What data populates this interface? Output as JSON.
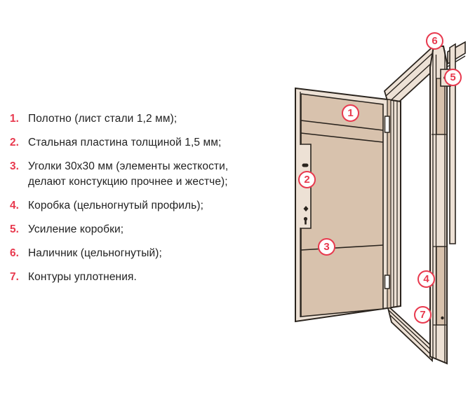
{
  "legend": {
    "items": [
      {
        "number": "1.",
        "text": "Полотно (лист стали 1,2 мм);"
      },
      {
        "number": "2.",
        "text": "Стальная пластина толщиной 1,5 мм;"
      },
      {
        "number": "3.",
        "text": "Уголки 30х30 мм (элементы жесткости,\nделают констукцию прочнее и жестче);"
      },
      {
        "number": "4.",
        "text": "Коробка (цельногнутый профиль);"
      },
      {
        "number": "5.",
        "text": "Усиление коробки;"
      },
      {
        "number": "6.",
        "text": "Наличник (цельногнутый);"
      },
      {
        "number": "7.",
        "text": "Контуры уплотнения."
      }
    ]
  },
  "diagram": {
    "callouts": [
      {
        "label": "1",
        "target": "door-leaf-top-panel"
      },
      {
        "label": "2",
        "target": "steel-lock-plate"
      },
      {
        "label": "3",
        "target": "stiffener-angle-seam"
      },
      {
        "label": "4",
        "target": "frame-post"
      },
      {
        "label": "5",
        "target": "frame-reinforcement-bracket"
      },
      {
        "label": "6",
        "target": "casing-top"
      },
      {
        "label": "7",
        "target": "sealing-contours"
      }
    ]
  },
  "colors": {
    "accent_red": "#e8394e",
    "door_tan": "#d8c2ad",
    "door_cream": "#ede1d5",
    "outline": "#2a241e",
    "text": "#222222",
    "background": "#ffffff"
  }
}
